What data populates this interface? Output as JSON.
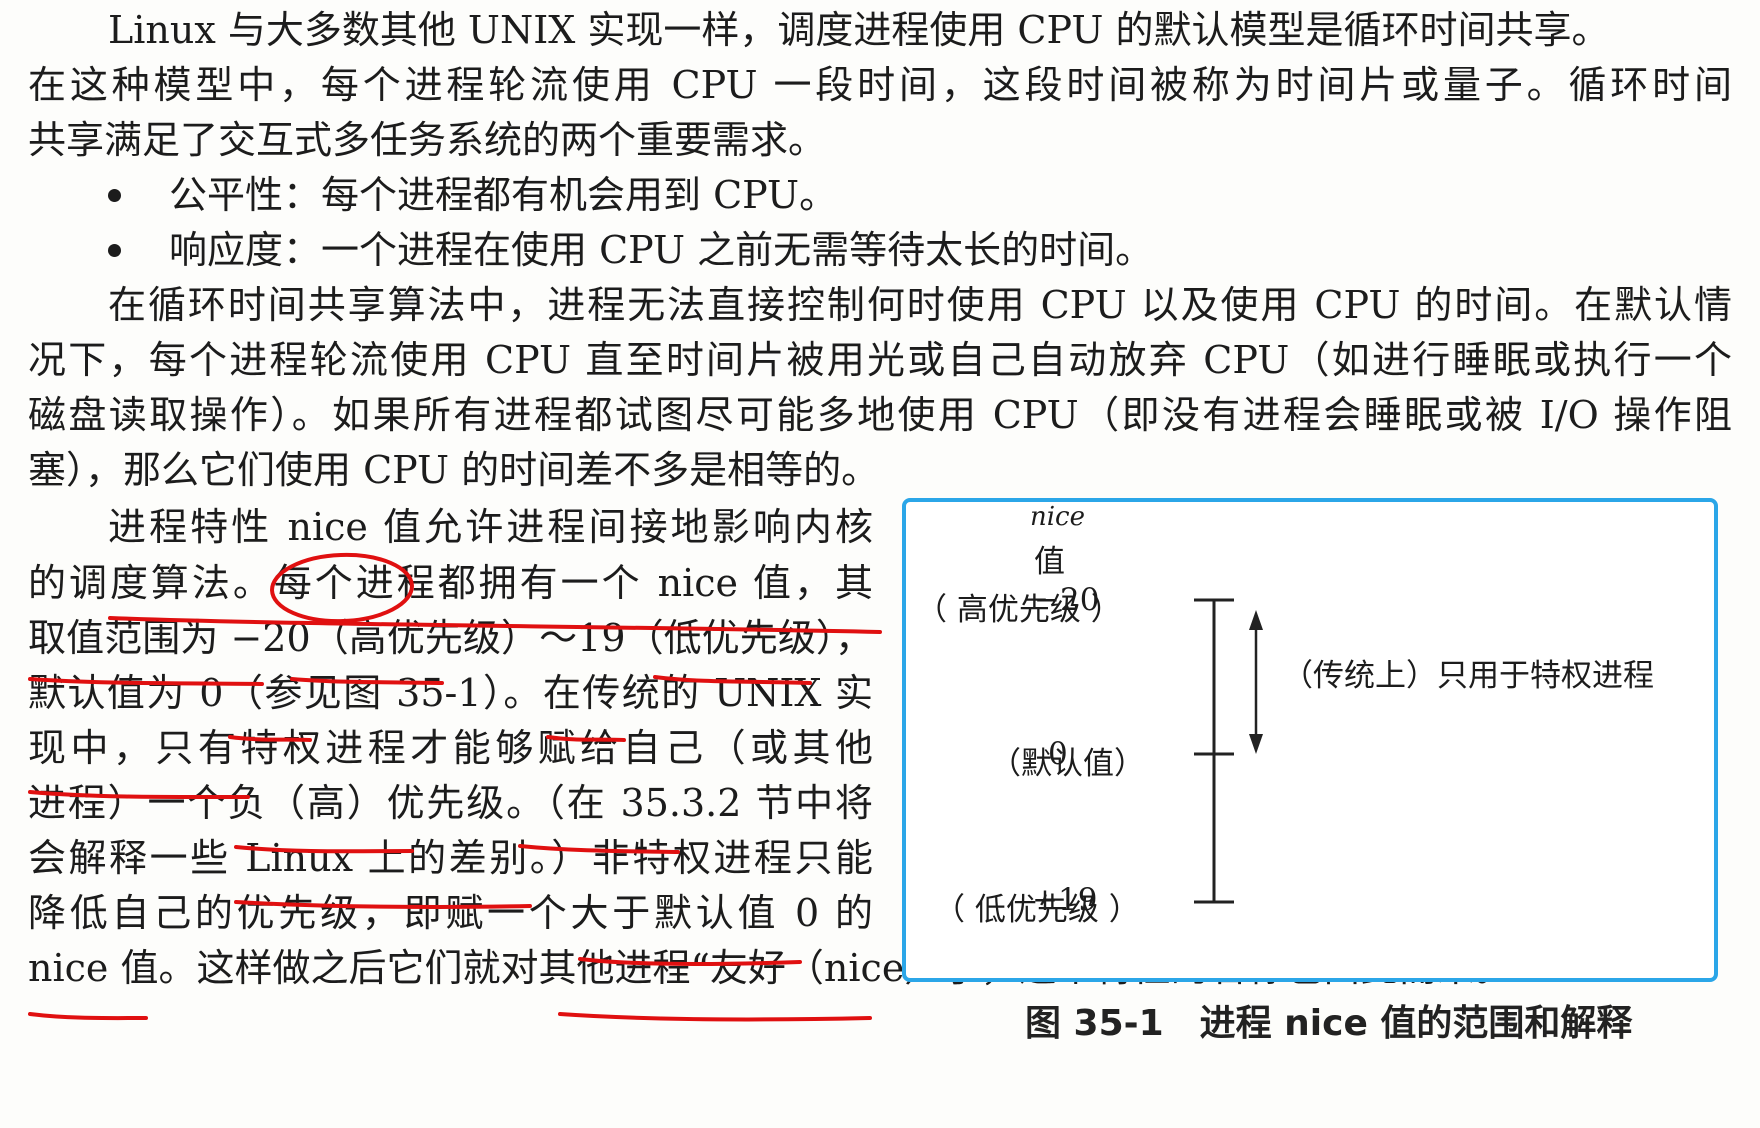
{
  "paragraph1": {
    "line1": "Linux 与大多数其他 UNIX 实现一样，调度进程使用 CPU 的默认模型是循环时间共享。",
    "line2": "在这种模型中，每个进程轮流使用 CPU 一段时间，这段时间被称为时间片或量子。循环时间",
    "line3": "共享满足了交互式多任务系统的两个重要需求。"
  },
  "bullets": [
    "公平性：每个进程都有机会用到 CPU。",
    "响应度：一个进程在使用 CPU 之前无需等待太长的时间。"
  ],
  "paragraph2": {
    "line1": "在循环时间共享算法中，进程无法直接控制何时使用 CPU 以及使用 CPU 的时间。在默认情",
    "line2": "况下，每个进程轮流使用 CPU 直至时间片被用光或自己自动放弃 CPU（如进行睡眠或执行一个",
    "line3": "磁盘读取操作）。如果所有进程都试图尽可能多地使用 CPU（即没有进程会睡眠或被 I/O 操作阻",
    "line4": "塞），那么它们使用 CPU 的时间差不多是相等的。"
  },
  "paragraph3": {
    "line1": "进程特性 nice 值允许进程间接地影响内核",
    "line2": "的调度算法。每个进程都拥有一个 nice 值，其",
    "line3": "取值范围为 −20（高优先级）～19（低优先级），",
    "line4": "默认值为 0（参见图 35-1）。在传统的 UNIX 实",
    "line5": "现中，只有特权进程才能够赋给自己（或其他",
    "line6": "进程）一个负（高）优先级。（在 35.3.2 节中将",
    "line7": "会解释一些 Linux 上的差别。）非特权进程只能",
    "line8": "降低自己的优先级，即赋一个大于默认值 0 的",
    "line9": "nice 值。这样做之后它们就对其他进程“友好（nice）”了，这个特性的名称也由此而来。"
  },
  "figure": {
    "axis_title_italic": "nice",
    "axis_title": "值",
    "high_label": "（ 高优先级 ）",
    "high_value": "−20",
    "default_label": "（默认值）",
    "default_value": "0",
    "low_label": "（ 低优先级 ）",
    "low_value": "+19",
    "privileged_note": "（传统上）只用于特权进程",
    "caption": "图 35-1　进程 nice 值的范围和解释"
  },
  "colors": {
    "highlight_box": "#2ba6e8",
    "pen_underline": "#e01010"
  }
}
